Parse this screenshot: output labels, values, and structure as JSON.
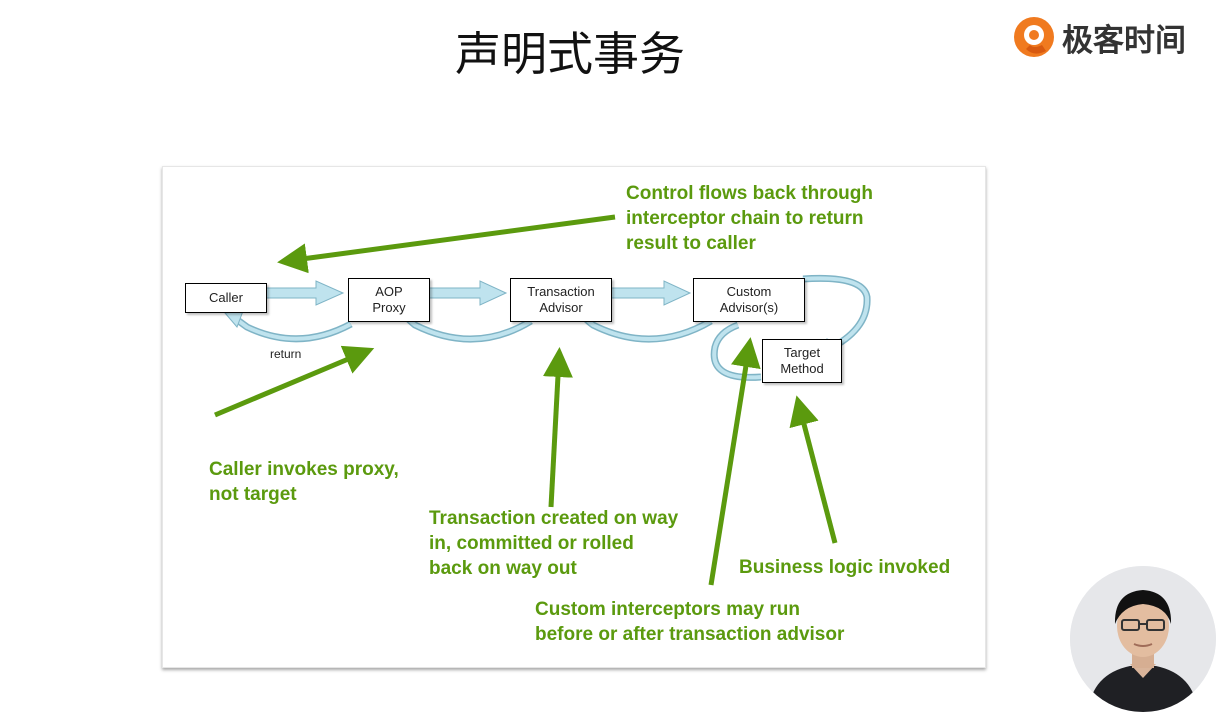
{
  "header": {
    "title": "声明式事务",
    "logo_text": "极客时间"
  },
  "diagram": {
    "boxes": {
      "caller": "Caller",
      "aop_proxy": "AOP\nProxy",
      "transaction_advisor": "Transaction\nAdvisor",
      "custom_advisor": "Custom\nAdvisor(s)",
      "target_method": "Target\nMethod"
    },
    "return_label": "return",
    "notes": {
      "control_flows": "Control flows back through\ninterceptor chain to return\nresult to caller",
      "caller_invokes": "Caller invokes proxy,\nnot target",
      "transaction_created": "Transaction created on way\nin, committed or rolled\nback on way out",
      "business_logic": "Business logic invoked",
      "custom_interceptors": "Custom interceptors may run\nbefore or after transaction advisor"
    },
    "colors": {
      "arrow_green": "#5b9a0e",
      "flow_fill": "#bfe3ee",
      "flow_stroke": "#7fb4c6"
    }
  },
  "presenter": {
    "icon": "person-avatar"
  }
}
